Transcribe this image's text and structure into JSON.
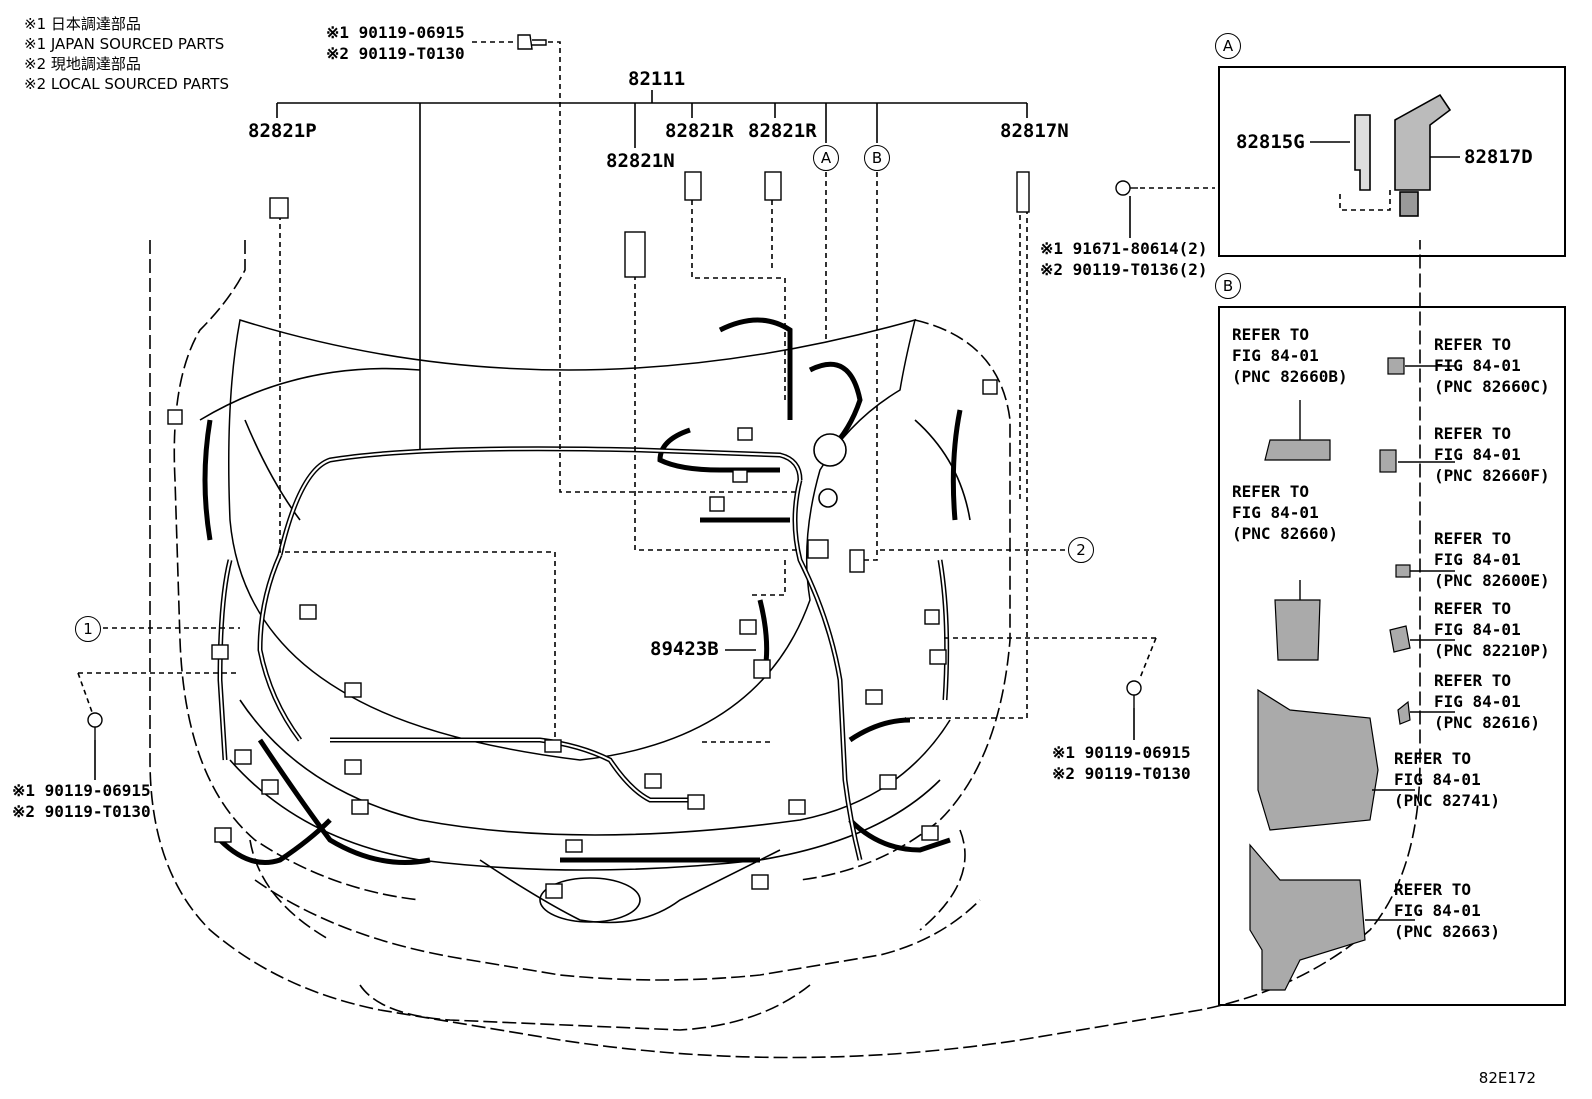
{
  "legend": [
    "※1 日本調達部品",
    "※1 JAPAN SOURCED PARTS",
    "※2 現地調達部品",
    "※2 LOCAL SOURCED PARTS"
  ],
  "main_part": "82111",
  "parts": {
    "p82821P": "82821P",
    "p82821N": "82821N",
    "p82821R_a": "82821R",
    "p82821R_b": "82821R",
    "p82817N": "82817N",
    "p89423B": "89423B",
    "p82815G": "82815G",
    "p82817D": "82817D"
  },
  "fasteners": {
    "top": [
      "※1 90119-06915",
      "※2 90119-T0130"
    ],
    "right_top": [
      "※1 91671-80614(2)",
      "※2 90119-T0136(2)"
    ],
    "left": [
      "※1 90119-06915",
      "※2 90119-T0130"
    ],
    "right": [
      "※1 90119-06915",
      "※2 90119-T0130"
    ]
  },
  "callouts": {
    "A": "A",
    "B": "B",
    "one": "1",
    "two": "2"
  },
  "refs": [
    {
      "id": "r1",
      "lines": [
        "REFER TO",
        "FIG 84-01",
        "(PNC 82660B)"
      ]
    },
    {
      "id": "r2",
      "lines": [
        "REFER TO",
        "FIG 84-01",
        "(PNC 82660C)"
      ]
    },
    {
      "id": "r3",
      "lines": [
        "REFER TO",
        "FIG 84-01",
        "(PNC 82660F)"
      ]
    },
    {
      "id": "r4",
      "lines": [
        "REFER TO",
        "FIG 84-01",
        "(PNC 82660)"
      ]
    },
    {
      "id": "r5",
      "lines": [
        "REFER TO",
        "FIG 84-01",
        "(PNC 82600E)"
      ]
    },
    {
      "id": "r6",
      "lines": [
        "REFER TO",
        "FIG 84-01",
        "(PNC 82210P)"
      ]
    },
    {
      "id": "r7",
      "lines": [
        "REFER TO",
        "FIG 84-01",
        "(PNC 82616)"
      ]
    },
    {
      "id": "r8",
      "lines": [
        "REFER TO",
        "FIG 84-01",
        "(PNC 82741)"
      ]
    },
    {
      "id": "r9",
      "lines": [
        "REFER TO",
        "FIG 84-01",
        "(PNC 82663)"
      ]
    }
  ],
  "diagram_code": "82E172"
}
